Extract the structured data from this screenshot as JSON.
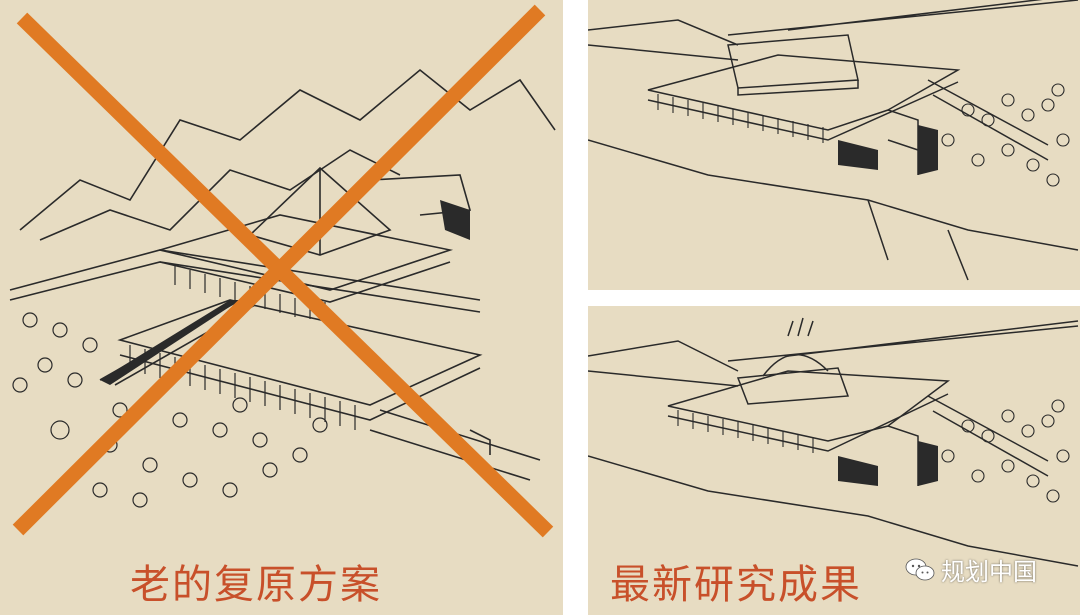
{
  "captions": {
    "old_scheme": "老的复原方案",
    "new_result": "最新研究成果"
  },
  "watermark": {
    "text": "规划中国",
    "icon": "wechat-icon"
  },
  "colors": {
    "background": "#e7dcc2",
    "caption": "#c8502a",
    "cross": "#e07a23",
    "ink": "#2a2a2a"
  }
}
